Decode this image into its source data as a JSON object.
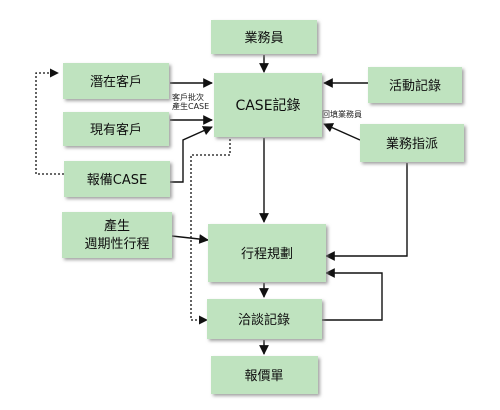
{
  "nodes": {
    "salesperson": "業務員",
    "potential_customer": "潛在客戶",
    "case_record": "CASE記錄",
    "activity_record": "活動記錄",
    "existing_customer": "現有客戶",
    "task_assignment": "業務指派",
    "report_case": "報備CASE",
    "generate_periodic_line1": "產生",
    "generate_periodic_line2": "週期性行程",
    "schedule_planning": "行程規劃",
    "negotiation_record": "洽談記錄",
    "quotation": "報價單"
  },
  "annotations": {
    "customer_batch": "客戶批次",
    "generate_case": "產生CASE",
    "write_back_salesperson": "回填業務員"
  },
  "colors": {
    "box_fill": "#bfe3bf",
    "box_shadow": "#9a9a9a",
    "line": "#111111"
  }
}
